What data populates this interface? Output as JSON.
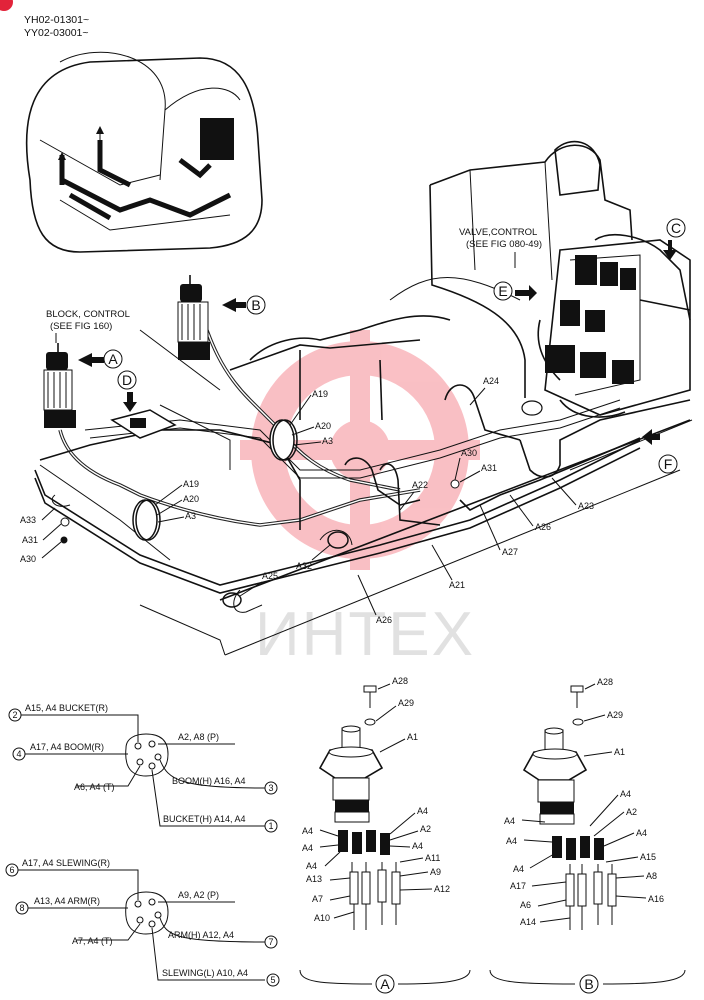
{
  "header": {
    "serial_1": "YH02-01301~",
    "serial_2": "YY02-03001~"
  },
  "captions": {
    "block_control_1": "BLOCK, CONTROL",
    "block_control_2": "(SEE FIG 160)",
    "valve_control_1": "VALVE,CONTROL",
    "valve_control_2": "(SEE FIG 080-49)"
  },
  "view_markers": [
    "A",
    "B",
    "C",
    "D",
    "E",
    "F"
  ],
  "main_labels": {
    "a19_b": "A19",
    "a20_b": "A20",
    "a3_b": "A3",
    "a19_a": "A19",
    "a20_a": "A20",
    "a3_a": "A3",
    "a24": "A24",
    "a30_r": "A30",
    "a31_r": "A31",
    "a22": "A22",
    "a23": "A23",
    "a26_r": "A26",
    "a27": "A27",
    "a21": "A21",
    "a32": "A32",
    "a25": "A25",
    "a26_b": "A26",
    "a33": "A33",
    "a31_l": "A31",
    "a30_l": "A30"
  },
  "port_map_1": {
    "top_left_label": "A15, A4  BUCKET(R)",
    "top_left_num": "2",
    "mid_left_label": "A17, A4 BOOM(R)",
    "mid_left_num": "4",
    "right_top_label": "A2, A8 (P)",
    "right_mid_label": "BOOM(H)  A16, A4",
    "right_mid_num": "3",
    "left_low_label": "A6, A4 (T)",
    "bottom_label": "BUCKET(H)  A14, A4",
    "bottom_num": "1"
  },
  "port_map_2": {
    "top_left_label": "A17, A4 SLEWING(R)",
    "top_left_num": "6",
    "mid_left_label": "A13, A4  ARM(R)",
    "mid_left_num": "8",
    "right_top_label": "A9, A2 (P)",
    "left_low_label": "A7, A4 (T)",
    "right_mid_label": "ARM(H)  A12, A4",
    "right_mid_num": "7",
    "bottom_label": "SLEWING(L)  A10, A4",
    "bottom_num": "5"
  },
  "detail_a": {
    "marker": "A",
    "labels": {
      "a28": "A28",
      "a29": "A29",
      "a1": "A1",
      "a4_r1": "A4",
      "a2": "A2",
      "a4_r2": "A4",
      "a4_l1": "A4",
      "a4_l2": "A4",
      "a4_l3": "A4",
      "a11": "A11",
      "a13": "A13",
      "a9": "A9",
      "a7": "A7",
      "a12": "A12",
      "a10": "A10"
    }
  },
  "detail_b": {
    "marker": "B",
    "labels": {
      "a28": "A28",
      "a29": "A29",
      "a1": "A1",
      "a4_r1": "A4",
      "a2": "A2",
      "a4_r2": "A4",
      "a4_l1": "A4",
      "a4_l2": "A4",
      "a4_l3": "A4",
      "a15": "A15",
      "a17": "A17",
      "a8": "A8",
      "a6": "A6",
      "a16": "A16",
      "a14": "A14"
    }
  },
  "watermark": "ИНТЕХ"
}
